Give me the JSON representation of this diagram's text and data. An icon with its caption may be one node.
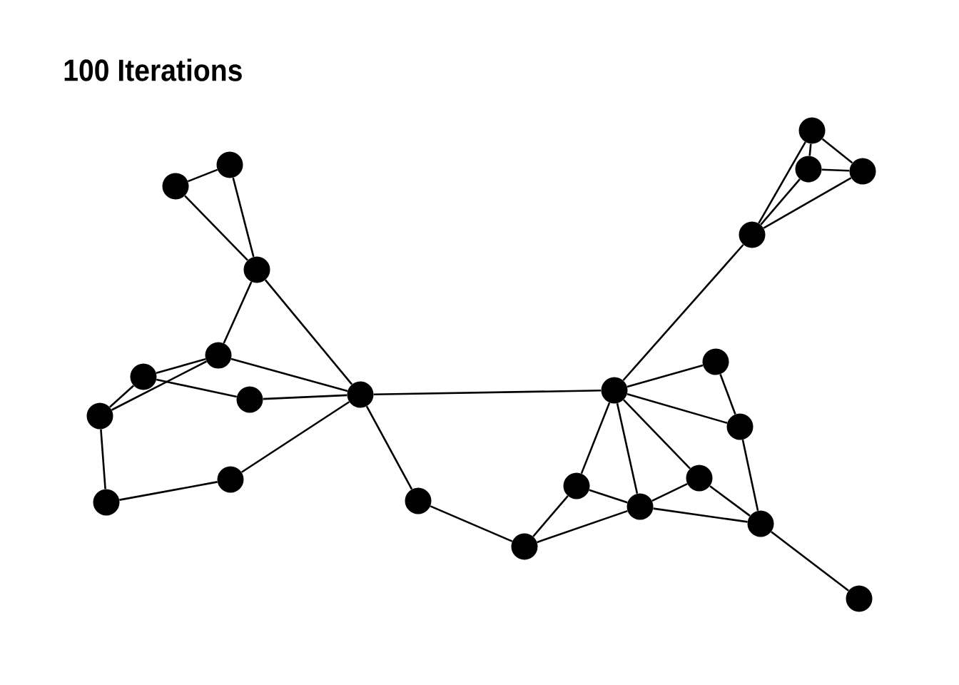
{
  "diagram": {
    "title": "100 Iterations",
    "nodes": [
      {
        "text": [],
        "shape": "circle"
      },
      {
        "text": [],
        "shape": "circle"
      },
      {
        "text": [],
        "shape": "circle"
      },
      {
        "text": [],
        "shape": "circle"
      },
      {
        "text": [],
        "shape": "circle"
      },
      {
        "text": [],
        "shape": "circle"
      },
      {
        "text": [],
        "shape": "circle"
      },
      {
        "text": [],
        "shape": "circle"
      },
      {
        "text": [],
        "shape": "circle"
      },
      {
        "text": [],
        "shape": "circle"
      },
      {
        "text": [],
        "shape": "circle"
      },
      {
        "text": [],
        "shape": "circle"
      },
      {
        "text": [],
        "shape": "circle"
      },
      {
        "text": [],
        "shape": "circle"
      },
      {
        "text": [],
        "shape": "circle"
      },
      {
        "text": [],
        "shape": "circle"
      },
      {
        "text": [],
        "shape": "circle"
      },
      {
        "text": [],
        "shape": "circle"
      },
      {
        "text": [],
        "shape": "circle"
      },
      {
        "text": [],
        "shape": "circle"
      },
      {
        "text": [],
        "shape": "circle"
      },
      {
        "text": [],
        "shape": "circle"
      },
      {
        "text": [],
        "shape": "circle"
      },
      {
        "text": [],
        "shape": "circle"
      }
    ],
    "edges": [
      {
        "from": 3,
        "to": 5,
        "arrow": "none"
      },
      {
        "from": 3,
        "to": 8,
        "arrow": "none"
      },
      {
        "from": 5,
        "to": 8,
        "arrow": "none"
      },
      {
        "from": 8,
        "to": 4,
        "arrow": "none"
      },
      {
        "from": 8,
        "to": 9,
        "arrow": "none"
      },
      {
        "from": 4,
        "to": 2,
        "arrow": "none"
      },
      {
        "from": 4,
        "to": 0,
        "arrow": "none"
      },
      {
        "from": 4,
        "to": 9,
        "arrow": "none"
      },
      {
        "from": 2,
        "to": 0,
        "arrow": "none"
      },
      {
        "from": 2,
        "to": 7,
        "arrow": "none"
      },
      {
        "from": 7,
        "to": 9,
        "arrow": "none"
      },
      {
        "from": 0,
        "to": 1,
        "arrow": "none"
      },
      {
        "from": 1,
        "to": 6,
        "arrow": "none"
      },
      {
        "from": 6,
        "to": 9,
        "arrow": "none"
      },
      {
        "from": 9,
        "to": 10,
        "arrow": "none"
      },
      {
        "from": 9,
        "to": 13,
        "arrow": "none"
      },
      {
        "from": 10,
        "to": 11,
        "arrow": "none"
      },
      {
        "from": 11,
        "to": 12,
        "arrow": "none"
      },
      {
        "from": 11,
        "to": 14,
        "arrow": "none"
      },
      {
        "from": 12,
        "to": 13,
        "arrow": "none"
      },
      {
        "from": 12,
        "to": 14,
        "arrow": "none"
      },
      {
        "from": 13,
        "to": 14,
        "arrow": "none"
      },
      {
        "from": 13,
        "to": 15,
        "arrow": "none"
      },
      {
        "from": 13,
        "to": 16,
        "arrow": "none"
      },
      {
        "from": 13,
        "to": 17,
        "arrow": "none"
      },
      {
        "from": 13,
        "to": 18,
        "arrow": "none"
      },
      {
        "from": 16,
        "to": 17,
        "arrow": "none"
      },
      {
        "from": 17,
        "to": 19,
        "arrow": "none"
      },
      {
        "from": 14,
        "to": 15,
        "arrow": "none"
      },
      {
        "from": 14,
        "to": 19,
        "arrow": "none"
      },
      {
        "from": 15,
        "to": 19,
        "arrow": "none"
      },
      {
        "from": 19,
        "to": 22,
        "arrow": "none"
      },
      {
        "from": 18,
        "to": 21,
        "arrow": "none"
      },
      {
        "from": 18,
        "to": 20,
        "arrow": "none"
      },
      {
        "from": 18,
        "to": 23,
        "arrow": "none"
      },
      {
        "from": 21,
        "to": 20,
        "arrow": "none"
      },
      {
        "from": 21,
        "to": 23,
        "arrow": "none"
      },
      {
        "from": 20,
        "to": 23,
        "arrow": "none"
      }
    ]
  }
}
